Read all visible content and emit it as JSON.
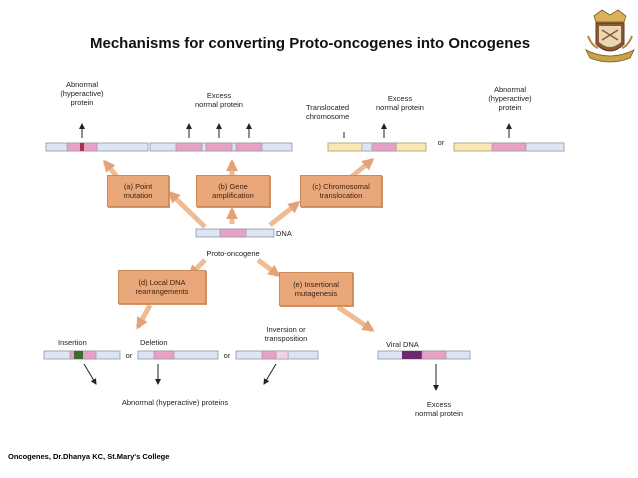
{
  "title": "Mechanisms for converting Proto-oncogenes into Oncogenes",
  "footer": "Oncogenes, Dr.Dhanya KC, St.Mary's College",
  "mechanisms": {
    "a": "(a) Point\nmutation",
    "b": "(b) Gene\namplification",
    "c": "(c) Chromosomal\ntranslocation",
    "d": "(d) Local DNA\nrearrangements",
    "e": "(e) Insertional\nmutagenesis"
  },
  "labels": {
    "abnormal_protein_left": "Abnormal\n(hyperactive)\nprotein",
    "excess_protein_center": "Excess\nnormal protein",
    "translocated_chromosome": "Translocated\nchromosome",
    "excess_protein_right": "Excess\nnormal protein",
    "abnormal_protein_right": "Abnormal\n(hyperactive)\nprotein",
    "or_top": "or",
    "dna": "DNA",
    "proto_oncogene": "Proto-oncogene",
    "insertion": "Insertion",
    "deletion": "Deletion",
    "or_bottom_1": "or",
    "or_bottom_2": "or",
    "inversion": "Inversion or\ntransposition",
    "viral_dna": "Viral DNA",
    "abnormal_proteins_bottom": "Abnormal (hyperactive) proteins",
    "excess_protein_bottom": "Excess\nnormal protein"
  },
  "colors": {
    "mechanism_box": "#e9a77a",
    "dna_bar": "#dde4f2",
    "gene": "#e7a2c3",
    "mutation": "#a4304c",
    "translocated_partner": "#fbe7b2",
    "insertion_mark": "#3c6b2c",
    "viral_dna": "#6a2b6e"
  }
}
